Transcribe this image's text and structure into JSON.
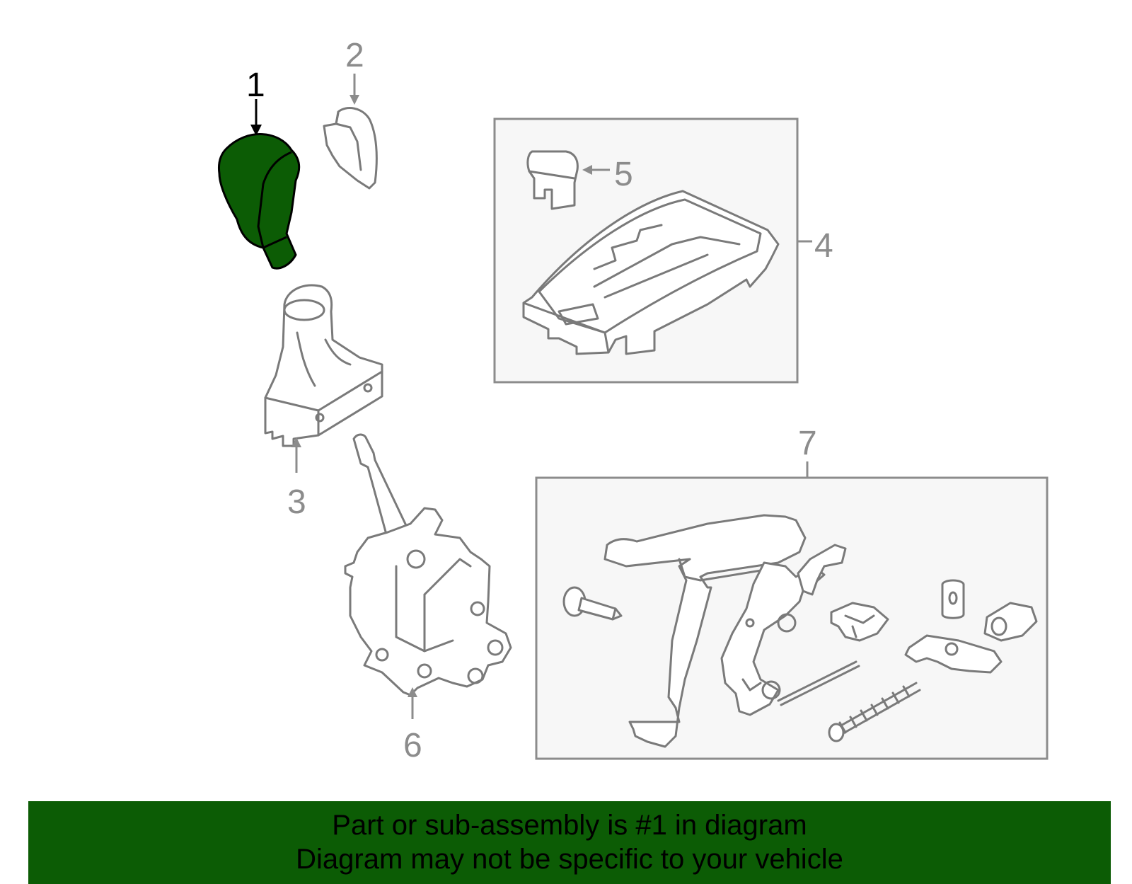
{
  "callouts": {
    "c1": "1",
    "c2": "2",
    "c3": "3",
    "c4": "4",
    "c5": "5",
    "c6": "6",
    "c7": "7"
  },
  "highlighted_part": "1",
  "colors": {
    "highlight": "#0c5c05",
    "banner": "#0c5c05",
    "linework": "#7a7a7a",
    "box_fill": "#f7f7f7"
  },
  "banner": {
    "line1": "Part or sub-assembly is #1 in diagram",
    "line2": "Diagram may not be specific to your vehicle"
  }
}
